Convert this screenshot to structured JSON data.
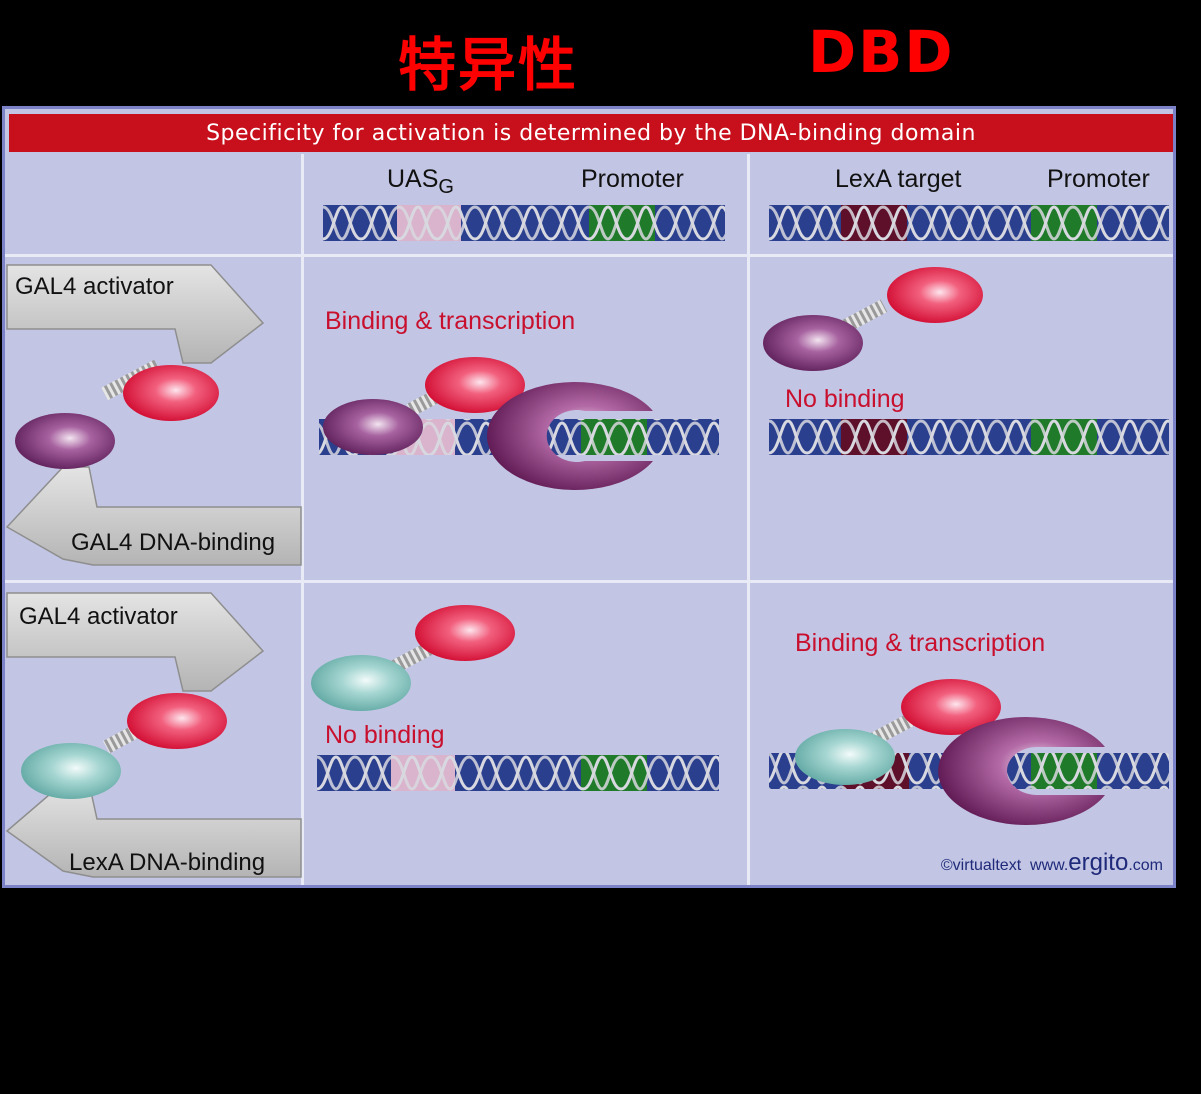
{
  "header": {
    "left_label": "特异性",
    "right_label": "DBD",
    "accent_color": "#ff0000"
  },
  "panel": {
    "title": "Specificity for activation is determined by the DNA-binding domain",
    "title_bg": "#c8101c",
    "bg": "#c2c6e4"
  },
  "columns": {
    "col2": {
      "uas": "UAS",
      "uas_sub": "G",
      "promoter": "Promoter"
    },
    "col3": {
      "lexa_target": "LexA target",
      "promoter": "Promoter"
    }
  },
  "rows": {
    "row1": {
      "activator": "GAL4 activator",
      "dna_binding": "GAL4 DNA-binding",
      "col2_status": "Binding & transcription",
      "col3_status": "No binding"
    },
    "row2": {
      "activator": "GAL4 activator",
      "dna_binding": "LexA DNA-binding",
      "col2_status": "No binding",
      "col3_status": "Binding & transcription"
    }
  },
  "credit": {
    "prefix": "©virtualtext",
    "site_pre": "www.",
    "site_big": "ergito",
    "site_post": ".com"
  },
  "colors": {
    "dna_blue": "#2a3f8e",
    "uas_pink": "#d9b4cc",
    "lexa_maroon": "#5e0f2a",
    "promoter_green": "#1f7a2a",
    "activator_red": "#e0123a",
    "gal4_purple": "#7a2e72",
    "lexa_teal": "#7fbcb8"
  }
}
